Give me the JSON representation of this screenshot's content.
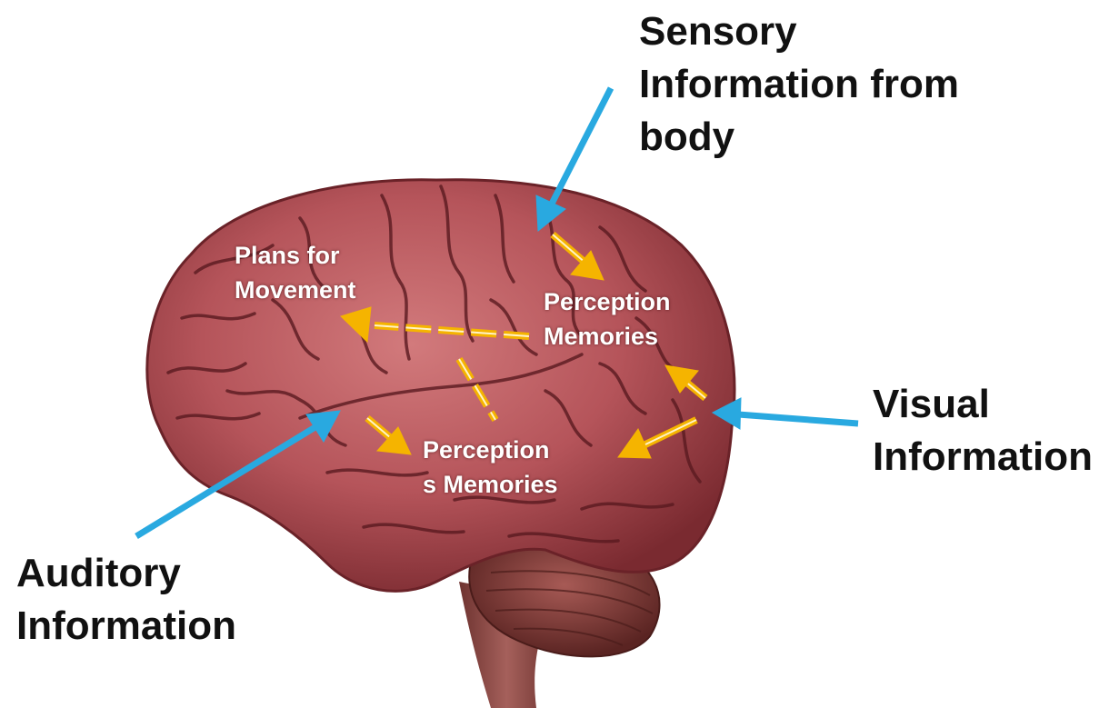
{
  "labels": {
    "sensory": [
      "Sensory",
      "Information from",
      "body"
    ],
    "visual": [
      "Visual",
      "Information"
    ],
    "auditory": [
      "Auditory",
      "Information"
    ],
    "plans": [
      "Plans for",
      "Movement"
    ],
    "perception_upper": [
      "Perception",
      "Memories"
    ],
    "perception_lower": [
      "Perception",
      "s Memories"
    ]
  },
  "colors": {
    "input_arrow": "#29a9e0",
    "association_arrow": "#f5b400",
    "brain": "#b5545a",
    "brain_dark": "#7a2a30",
    "label_dark": "#111111",
    "label_light": "#ffffff"
  }
}
